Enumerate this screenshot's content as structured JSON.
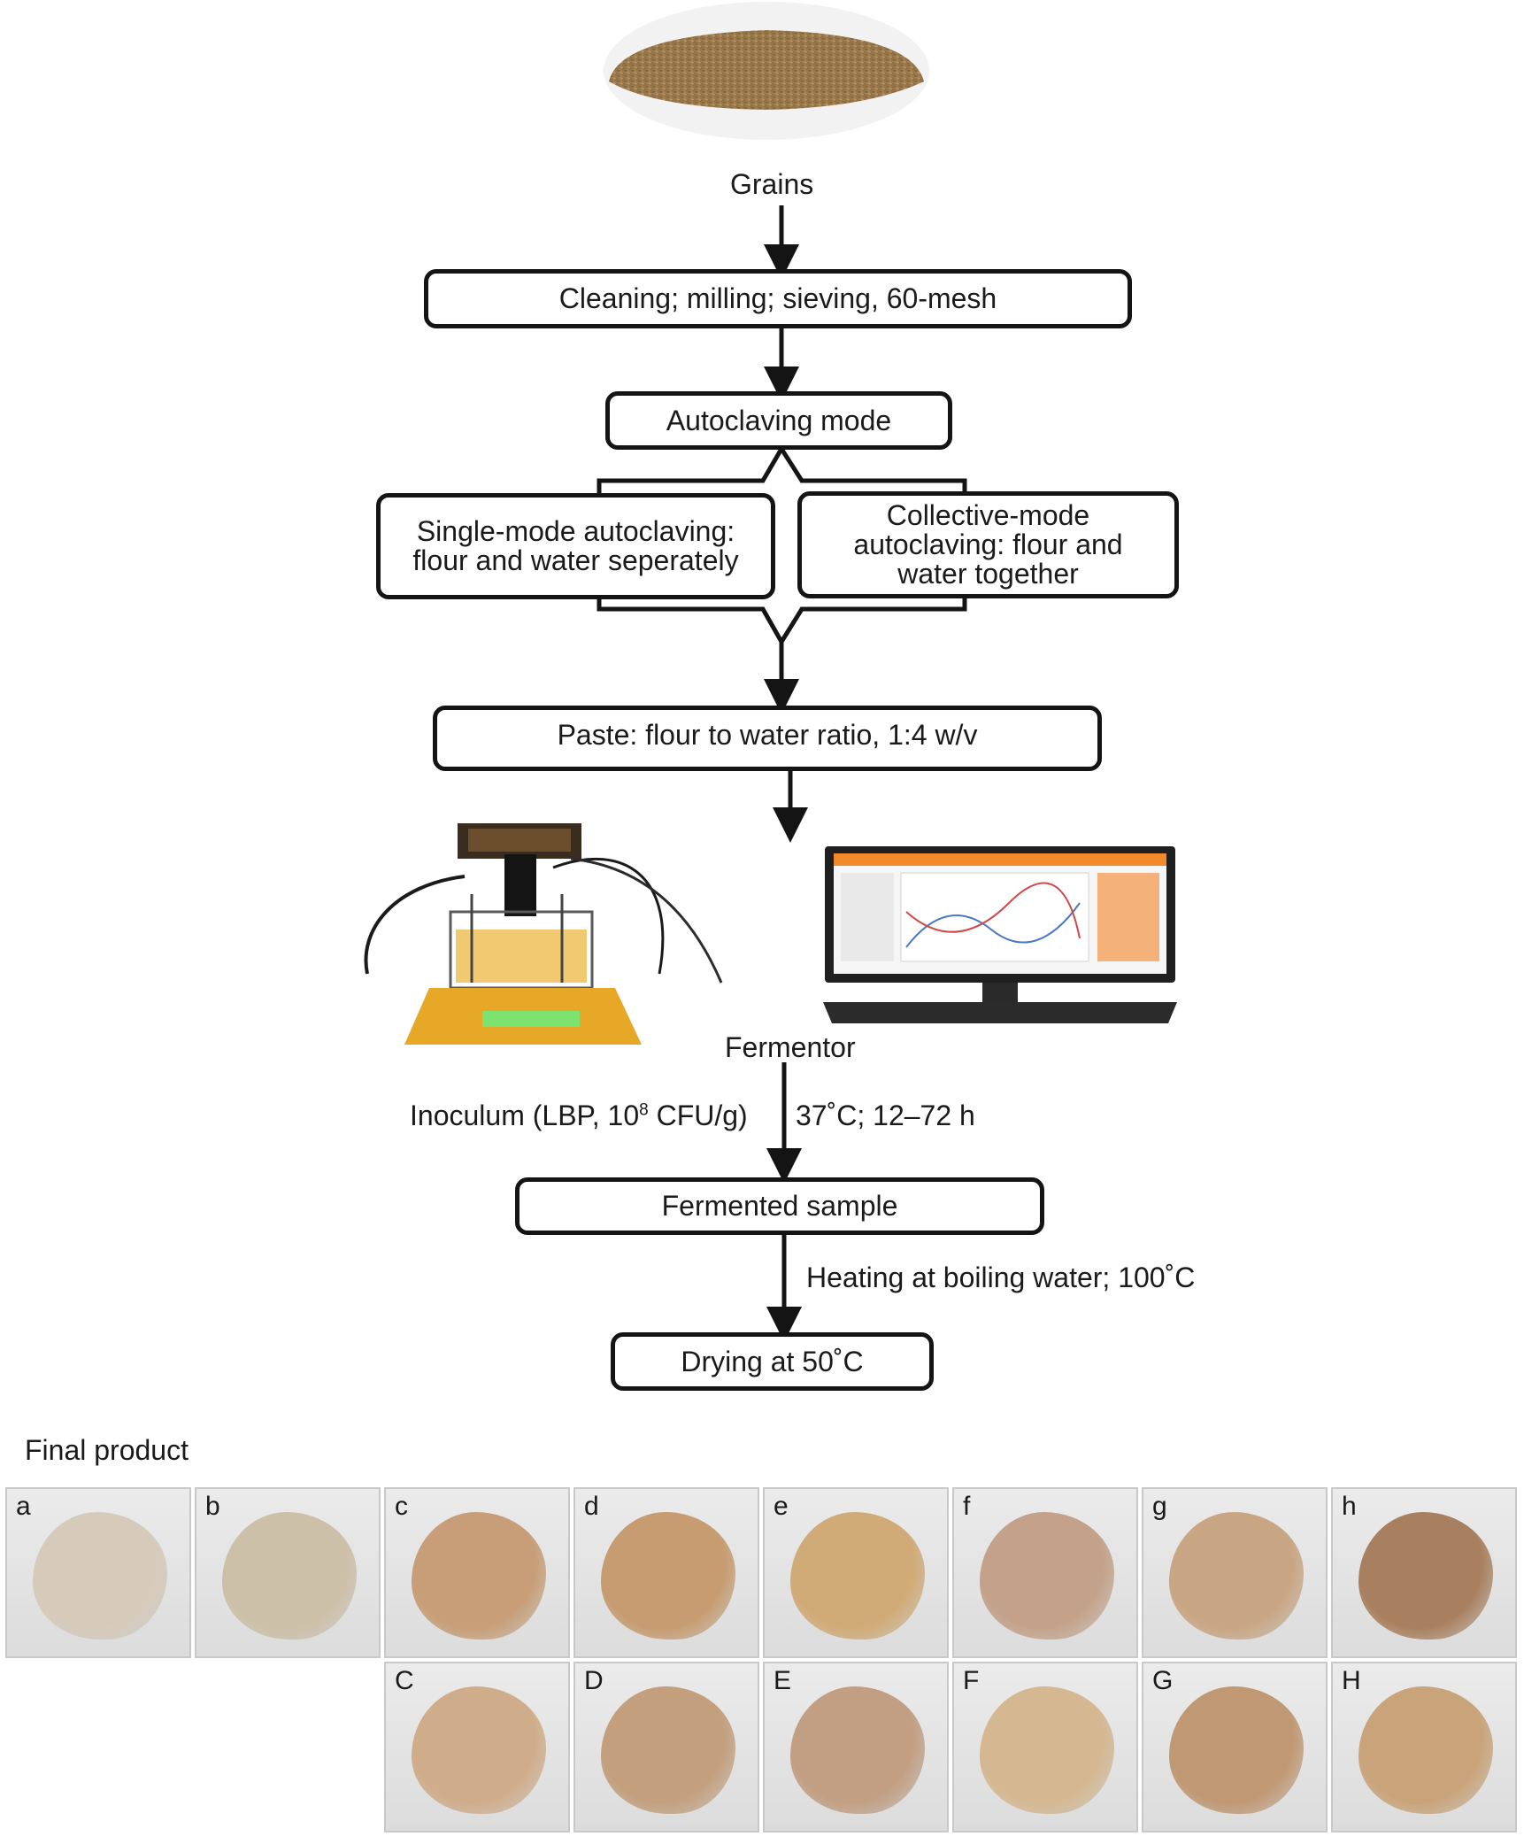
{
  "nodes": {
    "grains": "Grains",
    "cleaning": "Cleaning; milling; sieving, 60-mesh",
    "autoclaving_mode": "Autoclaving mode",
    "single_mode": "Single-mode autoclaving: flour and water seperately",
    "collective_mode": "Collective-mode autoclaving: flour and water together",
    "paste": "Paste: flour to water ratio, 1:4 w/v",
    "fermentor": "Fermentor",
    "fermented_sample": "Fermented sample",
    "drying": "Drying at 50˚C"
  },
  "edges": {
    "inoculum_pre": "Inoculum (LBP, 10",
    "inoculum_exp": "8",
    "inoculum_post": " CFU/g)",
    "fermentation_conditions": "37˚C; 12–72 h",
    "heating": "Heating at boiling water; 100˚C"
  },
  "final_product": {
    "title": "Final product",
    "row1": [
      {
        "label": "a",
        "color": "#d6cbbb"
      },
      {
        "label": "b",
        "color": "#cdc0a8"
      },
      {
        "label": "c",
        "color": "#c79e77"
      },
      {
        "label": "d",
        "color": "#c69c70"
      },
      {
        "label": "e",
        "color": "#d1ab77"
      },
      {
        "label": "f",
        "color": "#c4a28a"
      },
      {
        "label": "g",
        "color": "#c9a683"
      },
      {
        "label": "h",
        "color": "#a9805f"
      }
    ],
    "row2": [
      {
        "label": "C",
        "color": "#d0ad8a"
      },
      {
        "label": "D",
        "color": "#c39f7e"
      },
      {
        "label": "E",
        "color": "#c29f83"
      },
      {
        "label": "F",
        "color": "#d5b891"
      },
      {
        "label": "G",
        "color": "#c09873"
      },
      {
        "label": "H",
        "color": "#c9a47a"
      }
    ]
  },
  "colors": {
    "line": "#141414",
    "grain": "#a78456",
    "fermentor_base": "#e6a826",
    "fermentor_display": "#7de36f",
    "monitor_accent": "#f08a2c"
  }
}
